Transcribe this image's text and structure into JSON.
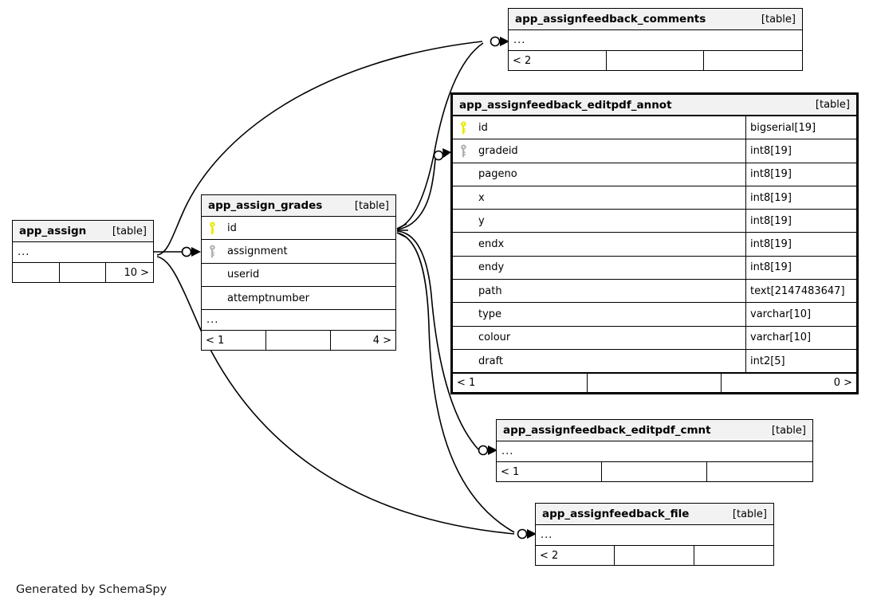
{
  "diagram": {
    "generator_text": "Generated by SchemaSpy",
    "kind_label": "[table]",
    "ellipsis": "...",
    "colors": {
      "primary_key": "#e8e800",
      "foreign_key": "#b0b0b0",
      "header_bg": "#f2f2f2",
      "border": "#000000",
      "edge": "#000000",
      "background": "#ffffff"
    }
  },
  "tables": {
    "app_assign": {
      "name": "app_assign",
      "kind": "[table]",
      "columns": [],
      "has_ellipsis": true,
      "footer": [
        "",
        "",
        "10 >"
      ]
    },
    "app_assign_grades": {
      "name": "app_assign_grades",
      "kind": "[table]",
      "columns": [
        {
          "key": "primary",
          "name": "id"
        },
        {
          "key": "foreign",
          "name": "assignment"
        },
        {
          "key": "none",
          "name": "userid"
        },
        {
          "key": "none",
          "name": "attemptnumber"
        }
      ],
      "has_ellipsis": true,
      "footer": [
        "< 1",
        "",
        "4 >"
      ]
    },
    "app_assignfeedback_comments": {
      "name": "app_assignfeedback_comments",
      "kind": "[table]",
      "columns": [],
      "has_ellipsis": true,
      "footer": [
        "< 2",
        "",
        ""
      ]
    },
    "app_assignfeedback_editpdf_annot": {
      "name": "app_assignfeedback_editpdf_annot",
      "kind": "[table]",
      "columns": [
        {
          "key": "primary",
          "name": "id",
          "type": "bigserial[19]"
        },
        {
          "key": "foreign",
          "name": "gradeid",
          "type": "int8[19]"
        },
        {
          "key": "none",
          "name": "pageno",
          "type": "int8[19]"
        },
        {
          "key": "none",
          "name": "x",
          "type": "int8[19]"
        },
        {
          "key": "none",
          "name": "y",
          "type": "int8[19]"
        },
        {
          "key": "none",
          "name": "endx",
          "type": "int8[19]"
        },
        {
          "key": "none",
          "name": "endy",
          "type": "int8[19]"
        },
        {
          "key": "none",
          "name": "path",
          "type": "text[2147483647]"
        },
        {
          "key": "none",
          "name": "type",
          "type": "varchar[10]"
        },
        {
          "key": "none",
          "name": "colour",
          "type": "varchar[10]"
        },
        {
          "key": "none",
          "name": "draft",
          "type": "int2[5]"
        }
      ],
      "has_ellipsis": false,
      "footer": [
        "< 1",
        "",
        "0 >"
      ]
    },
    "app_assignfeedback_editpdf_cmnt": {
      "name": "app_assignfeedback_editpdf_cmnt",
      "kind": "[table]",
      "columns": [],
      "has_ellipsis": true,
      "footer": [
        "< 1",
        "",
        ""
      ]
    },
    "app_assignfeedback_file": {
      "name": "app_assignfeedback_file",
      "kind": "[table]",
      "columns": [],
      "has_ellipsis": true,
      "footer": [
        "< 2",
        "",
        ""
      ]
    }
  },
  "relationships": [
    {
      "from": "app_assign",
      "to": "app_assign_grades"
    },
    {
      "from": "app_assign",
      "to": "app_assignfeedback_comments"
    },
    {
      "from": "app_assign_grades",
      "to": "app_assignfeedback_comments"
    },
    {
      "from": "app_assign_grades",
      "to": "app_assignfeedback_editpdf_annot"
    },
    {
      "from": "app_assign_grades",
      "to": "app_assignfeedback_editpdf_cmnt"
    },
    {
      "from": "app_assign_grades",
      "to": "app_assignfeedback_file"
    },
    {
      "from": "app_assign",
      "to": "app_assignfeedback_file"
    }
  ]
}
